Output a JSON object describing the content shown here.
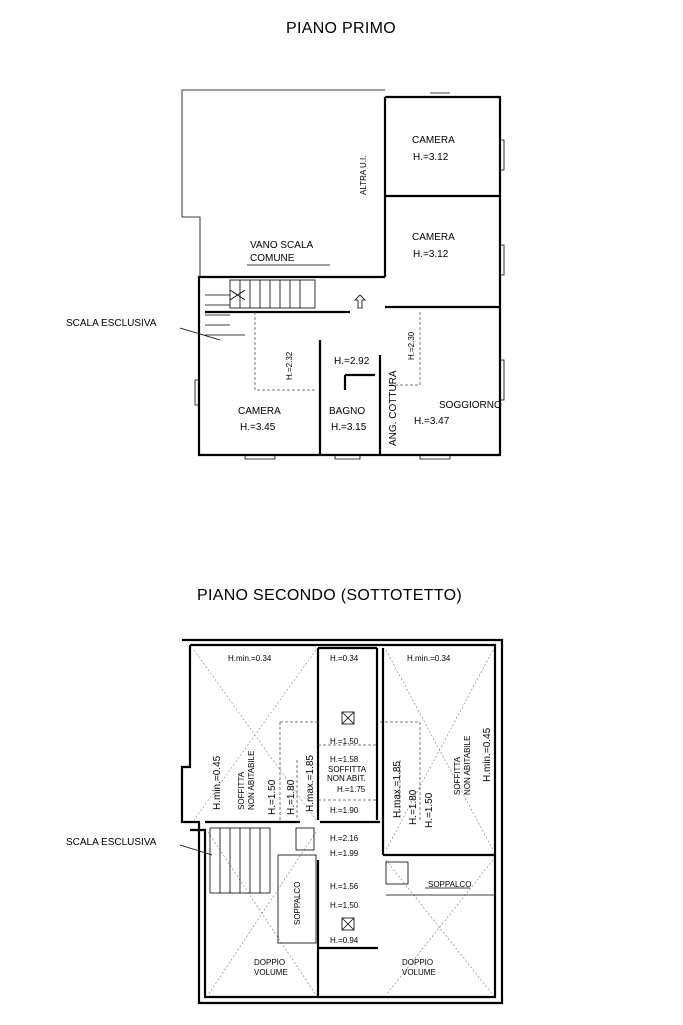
{
  "floors": {
    "first": {
      "title": "PIANO PRIMO",
      "labels": {
        "camera_top": "CAMERA",
        "camera_top_h": "H.=3.12",
        "camera_mid": "CAMERA",
        "camera_mid_h": "H.=3.12",
        "altra_ui": "ALTRA U.I.",
        "vano_scala_1": "VANO SCALA",
        "vano_scala_2": "COMUNE",
        "scala_esclusiva": "SCALA ESCLUSIVA",
        "h_232": "H.=2.32",
        "h_292": "H.=2.92",
        "h_230": "H.=2.30",
        "camera_left": "CAMERA",
        "camera_left_h": "H.=3.45",
        "bagno": "BAGNO",
        "bagno_h": "H.=3.15",
        "ang_cottura": "ANG. COTTURA",
        "soggiorno": "SOGGIORNO",
        "soggiorno_h": "H.=3.47"
      }
    },
    "second": {
      "title": "PIANO SECONDO (SOTTOTETTO)",
      "labels": {
        "hmin_left": "H.min.=0.34",
        "h_034": "H.=0.34",
        "hmin_right": "H.min.=0.34",
        "hmin_045_left": "H.min.=0.45",
        "soffitta_left_1": "SOFFITTA",
        "soffitta_left_2": "NON ABITABILE",
        "h_150_left": "H.=1.50",
        "h_180_left": "H.=1.80",
        "hmax_185_left": "H.max.=1.85",
        "h_150_c": "H.=1.50",
        "h_158": "H.=1.58",
        "soffitta_c_1": "SOFFITTA",
        "soffitta_c_2": "NON ABIT.",
        "h_175": "H.=1.75",
        "h_190": "H.=1.90",
        "hmax_185_right": "H.max.=1.85",
        "h_180_right": "H.=1.80",
        "h_150_right": "H.=1.50",
        "soffitta_right_1": "SOFFITTA",
        "soffitta_right_2": "NON ABITABILE",
        "hmin_045_right": "H.min.=0.45",
        "scala_esclusiva": "SCALA ESCLUSIVA",
        "h_216": "H.=2.16",
        "h_199": "H.=1.99",
        "soppalco_left": "SOPPALCO",
        "h_156": "H.=1.56",
        "h_150_low": "H.=1.50",
        "soppalco_right": "SOPPALCO",
        "h_094": "H.=0.94",
        "doppio_left_1": "DOPPIO",
        "doppio_left_2": "VOLUME",
        "doppio_right_1": "DOPPIO",
        "doppio_right_2": "VOLUME"
      }
    }
  }
}
